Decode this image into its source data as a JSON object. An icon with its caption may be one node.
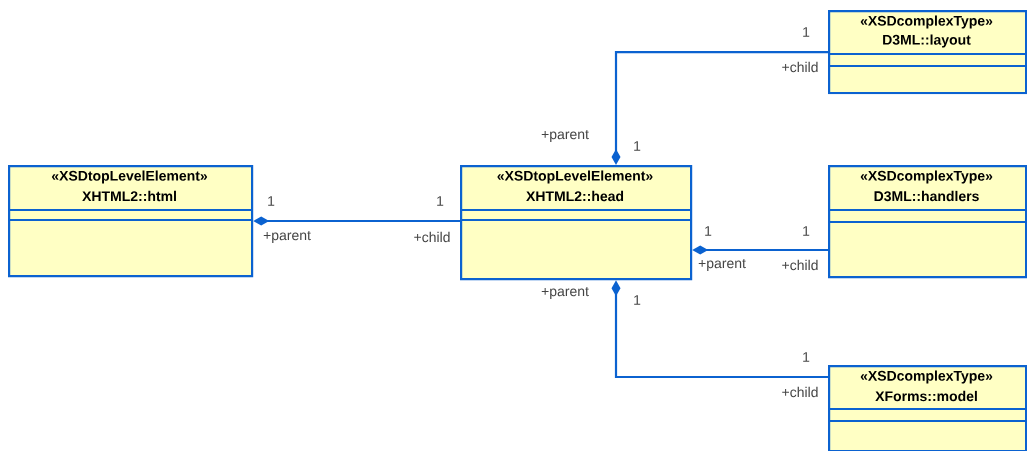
{
  "diagram": {
    "nodes": [
      {
        "text": [
          "«XSDtopLevelElement»",
          "XHTML2::html"
        ]
      },
      {
        "text": [
          "«XSDtopLevelElement»",
          "XHTML2::head"
        ]
      },
      {
        "text": [
          "«XSDcomplexType»",
          "D3ML::layout"
        ]
      },
      {
        "text": [
          "«XSDcomplexType»",
          "D3ML::handlers"
        ]
      },
      {
        "text": [
          "«XSDcomplexType»",
          "XForms::model"
        ]
      }
    ],
    "edges": [
      {
        "from": 0,
        "to": 1,
        "arrow": "other"
      },
      {
        "from": 1,
        "to": 2,
        "arrow": "other"
      },
      {
        "from": 1,
        "to": 3,
        "arrow": "other"
      },
      {
        "from": 1,
        "to": 4,
        "arrow": "other"
      }
    ],
    "labels": [
      "1",
      "+parent",
      "1",
      "+child",
      "+parent",
      "1",
      "1",
      "+child",
      "1",
      "+parent",
      "1",
      "+child",
      "+parent",
      "1",
      "1",
      "+child"
    ]
  }
}
